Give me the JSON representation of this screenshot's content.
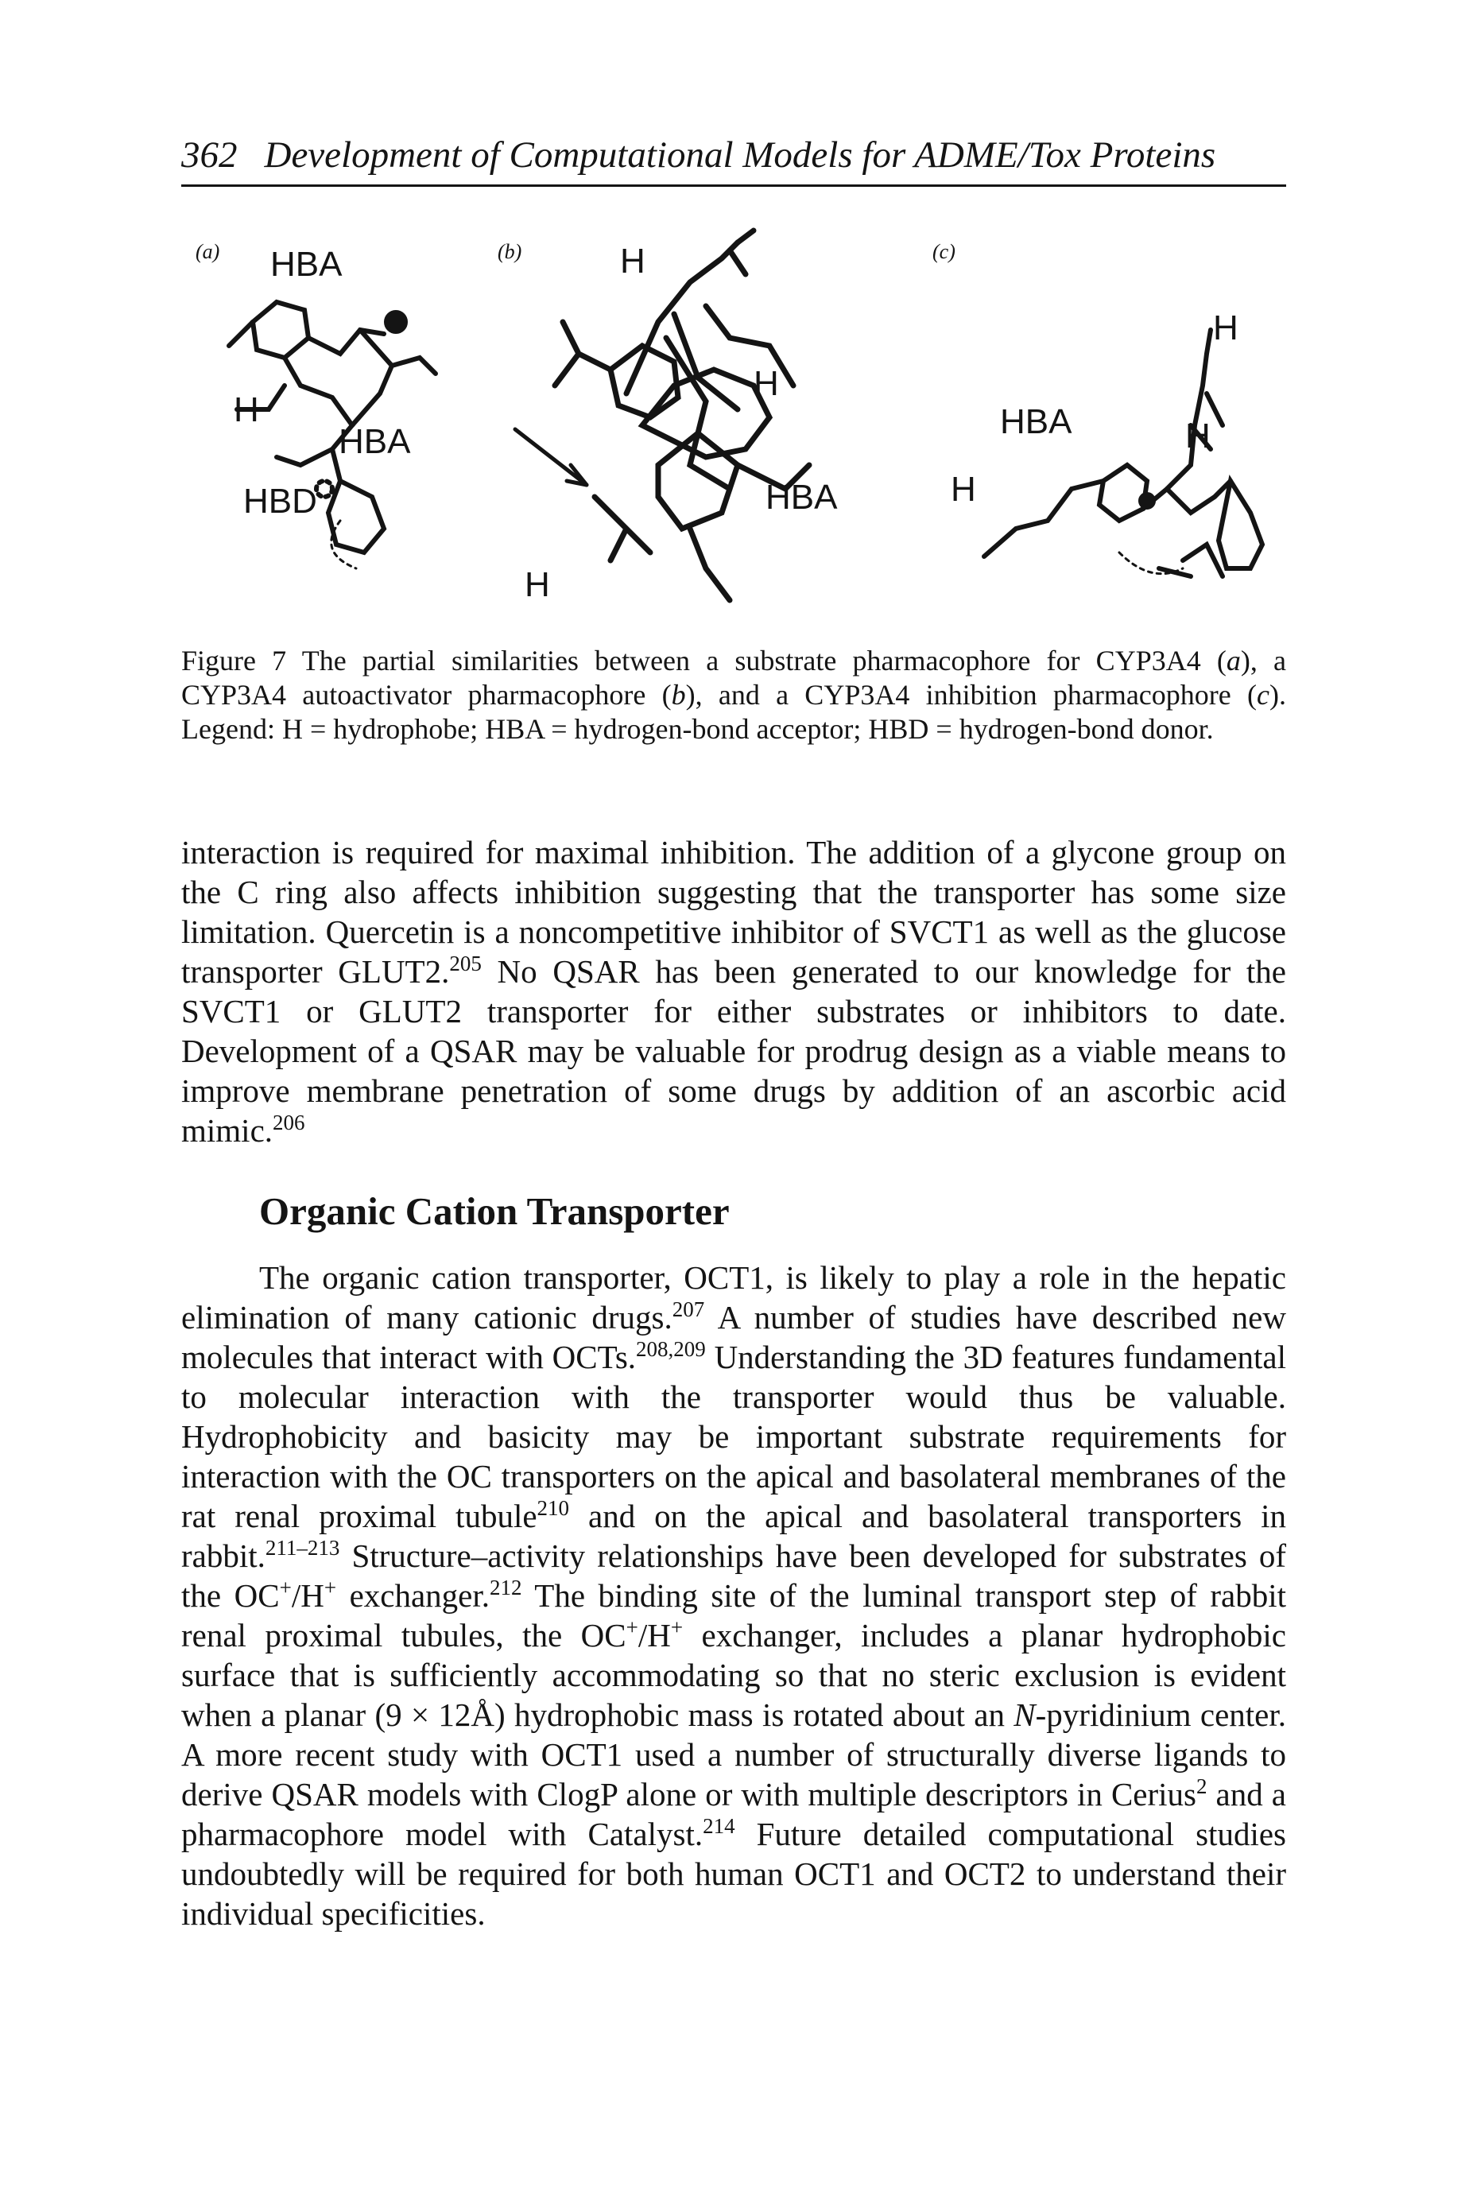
{
  "header": {
    "page_number": "362",
    "running_title": "Development of Computational Models for ADME/Tox Proteins"
  },
  "figure": {
    "panels": [
      {
        "letter": "(a)",
        "labels": [
          "HBA",
          "H",
          "HBA",
          "HBD"
        ]
      },
      {
        "letter": "(b)",
        "labels": [
          "H",
          "H",
          "HBA",
          "H"
        ]
      },
      {
        "letter": "(c)",
        "labels": [
          "H",
          "HBA",
          "H",
          "H"
        ]
      }
    ],
    "caption": {
      "lead": "Figure 7",
      "text_1": "The partial similarities between a substrate pharmacophore for CYP3A4 (",
      "a": "a",
      "text_2": "), a CYP3A4 autoactivator pharmacophore (",
      "b": "b",
      "text_3": "), and a CYP3A4 inhibition pharmacophore (",
      "c": "c",
      "text_4": "). Legend: H = hydrophobe; HBA = hydrogen-bond acceptor; HBD = hydrogen-bond donor."
    }
  },
  "paragraph1": {
    "t1": "interaction is required for maximal inhibition. The addition of a glycone group on the C ring also affects inhibition suggesting that the transporter has some size limitation. Quercetin is a noncompetitive inhibitor of SVCT1 as well as the glucose transporter GLUT2.",
    "r1": "205",
    "t2": " No QSAR has been generated to our knowledge for the SVCT1 or GLUT2 transporter for either substrates or inhibitors to date. Development of a QSAR may be valuable for prodrug design as a viable means to improve membrane penetration of some drugs by addition of an ascorbic acid mimic.",
    "r2": "206"
  },
  "section": {
    "heading": "Organic Cation Transporter"
  },
  "paragraph2": {
    "t1": "The organic cation transporter, OCT1, is likely to play a role in the hepatic elimination of many cationic drugs.",
    "r1": "207",
    "t2": " A number of studies have described new molecules that interact with OCTs.",
    "r2": "208,209",
    "t3": " Understanding the 3D features fundamental to molecular interaction with the transporter would thus be valuable. Hydrophobicity and basicity may be important substrate requirements for interaction with the OC transporters on the apical and basolateral membranes of the rat renal proximal tubule",
    "r3": "210",
    "t4": " and on the apical and basolateral transporters in rabbit.",
    "r4": "211–213",
    "t5": " Structure–activity relationships have been developed for substrates of the OC",
    "s1": "+",
    "t6": "/H",
    "s2": "+",
    "t7": " exchanger.",
    "r5": "212",
    "t8": " The binding site of the luminal transport step of rabbit renal proximal tubules, the OC",
    "s3": "+",
    "t9": "/H",
    "s4": "+",
    "t10": " exchanger, includes a planar hydrophobic surface that is sufficiently accommodating so that no steric exclusion is evident when a planar (9 × 12Å) hydrophobic mass is rotated about an ",
    "n_italic": "N",
    "t11": "-pyridinium center. A more recent study with OCT1 used a number of structurally diverse ligands to derive QSAR models with ClogP alone or with multiple descriptors in Cerius",
    "s5": "2",
    "t12": " and a pharmacophore model with Catalyst.",
    "r6": "214",
    "t13": " Future detailed computational studies undoubtedly will be required for both human OCT1 and OCT2 to understand their individual specificities."
  }
}
